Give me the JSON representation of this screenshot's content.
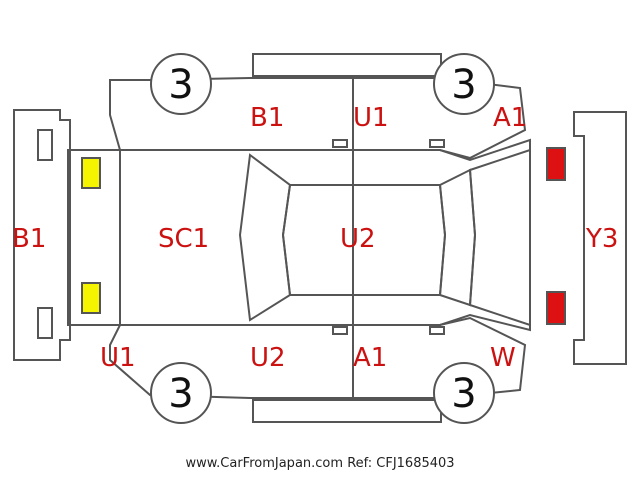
{
  "tire_tread": [
    "3",
    "3",
    "3",
    "3"
  ],
  "damage_codes": {
    "rear_bumper": "B1",
    "rear_left": "SC1",
    "roof": "U2",
    "front_bumper": "Y3",
    "top_rear_door": "B1",
    "top_front_door": "U1",
    "top_fender": "A1",
    "bottom_quarter": "U1",
    "bottom_rear_door": "U2",
    "bottom_front_door": "A1",
    "bottom_fender": "W"
  },
  "colors": {
    "code": "#cc1111",
    "lamp_rear": "#f5f500",
    "lamp_front": "#dd1111",
    "outline": "#555555"
  },
  "footer": {
    "site": "www.CarFromJapan.com",
    "ref": "Ref: CFJ1685403"
  }
}
